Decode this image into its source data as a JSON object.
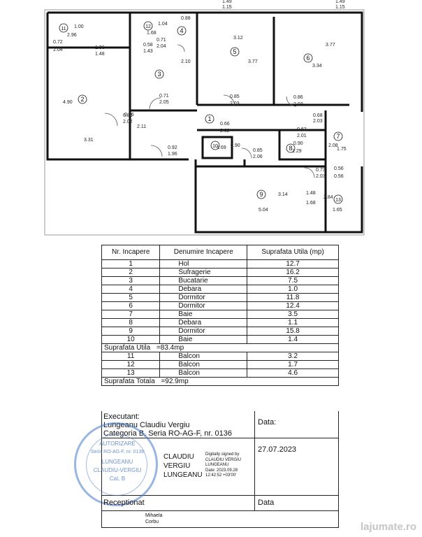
{
  "plan": {
    "dimensions": [
      "1.49",
      "1.15",
      "1.49",
      "1.15",
      "1.00",
      "2.96",
      "0.88",
      "1.04",
      "1.68",
      "0.72",
      "2.04",
      "1.96",
      "1.48",
      "0.58",
      "1.43",
      "0.71",
      "2.04",
      "3.12",
      "3.77",
      "3.34",
      "3.77",
      "4.90",
      "0.86",
      "2.10",
      "0.71",
      "2.05",
      "0.85",
      "2.03",
      "0.86",
      "2.03",
      "0.86",
      "2.02",
      "2.11",
      "0.66",
      "2.02",
      "0.62",
      "2.01",
      "0.68",
      "2.03",
      "2.08",
      "1.75",
      "3.31",
      "0.92",
      "1.96",
      "1.69",
      "0.85",
      "2.06",
      "1.29",
      "0.90",
      "0.90",
      "0.73",
      "2.03",
      "0.56",
      "0.56",
      "3.14",
      "1.48",
      "1.68",
      "2.84",
      "5.04",
      "1.65"
    ],
    "room_labels": [
      "1",
      "2",
      "3",
      "4",
      "5",
      "6",
      "7",
      "8",
      "9",
      "10",
      "11",
      "12",
      "13"
    ]
  },
  "table": {
    "headers": [
      "Nr. Incapere",
      "Denumire Incapere",
      "Suprafata Utila (mp)"
    ],
    "rows": [
      {
        "nr": "1",
        "name": "Hol",
        "area": "12.7"
      },
      {
        "nr": "2",
        "name": "Sufragerie",
        "area": "16.2"
      },
      {
        "nr": "3",
        "name": "Bucatarie",
        "area": "7.5"
      },
      {
        "nr": "4",
        "name": "Debara",
        "area": "1.0"
      },
      {
        "nr": "5",
        "name": "Dormitor",
        "area": "11.8"
      },
      {
        "nr": "6",
        "name": "Dormitor",
        "area": "12.4"
      },
      {
        "nr": "7",
        "name": "Baie",
        "area": "3.5"
      },
      {
        "nr": "8",
        "name": "Debara",
        "area": "1.1"
      },
      {
        "nr": "9",
        "name": "Dormitor",
        "area": "15.8"
      },
      {
        "nr": "10",
        "name": "Baie",
        "area": "1.4"
      }
    ],
    "util_label": "Suprafata Utila",
    "util_value": "=83.4mp",
    "balcony_rows": [
      {
        "nr": "11",
        "name": "Balcon",
        "area": "3.2"
      },
      {
        "nr": "12",
        "name": "Balcon",
        "area": "1.7"
      },
      {
        "nr": "13",
        "name": "Balcon",
        "area": "4.6"
      }
    ],
    "total_label": "Suprafata Totala",
    "total_value": "=92.9mp"
  },
  "executant": {
    "label": "Executant:",
    "name": "Lungeanu Claudiu Vergiu",
    "category": "Categoria B, Seria RO-AG-F, nr. 0136",
    "data_label": "Data:",
    "date": "27.07.2023",
    "sig_name_1": "CLAUDIU",
    "sig_name_2": "VERGIU",
    "sig_name_3": "LUNGEANU",
    "sig_info_1": "Digitally signed by",
    "sig_info_2": "CLAUDIU VERGIU",
    "sig_info_3": "LUNGEANU",
    "sig_info_4": "Date: 2023.09.28",
    "sig_info_5": "12:42:52 +03'00'"
  },
  "stamp": {
    "line1": "AUTORIZARE",
    "line2": "Seria RO-AG-F, nr. 0136",
    "line3": "LUNGEANU",
    "line4": "CLAUDIU-VERGIU",
    "line5": "Cat. B"
  },
  "receptionat": {
    "label": "Receptionat",
    "data_label": "Data",
    "name_1": "Mihaela",
    "name_2": "Corbu"
  },
  "watermark": "lajumate.ro"
}
